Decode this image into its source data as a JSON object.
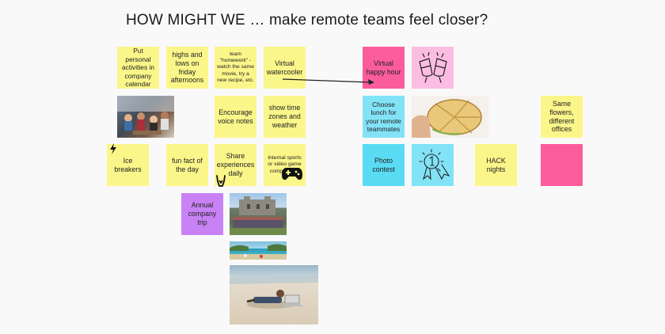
{
  "board": {
    "title": "HOW MIGHT WE … make remote teams feel closer?"
  },
  "notes": {
    "personal_activities": "Put personal activities in company calendar",
    "highs_lows": "highs and lows on friday afternoons",
    "homework": "team \"homework\" - watch the same movie, try a new recipe, etc.",
    "watercooler": "Virtual watercooler",
    "happy_hour": "Virtual happy hour",
    "voice_notes": "Encourage voice notes",
    "time_zones": "show time zones and weather",
    "choose_lunch": "Choose lunch for your remote teammates",
    "flowers": "Same flowers, different offices",
    "ice_breakers": "Ice breakers",
    "fun_fact": "fun fact of the day",
    "share_experiences": "Share experiences daily",
    "sports": "Internal sports or video game competitions",
    "photo_contest": "Photo contest",
    "hack_nights": "HACK nights",
    "company_trip": "Annual company trip"
  },
  "colors": {
    "yellow": "#fbf68a",
    "pink": "#fb5c9c",
    "light_pink": "#fbbde2",
    "cyan": "#82e3f7",
    "blue": "#59dcf3",
    "purple": "#c882f5"
  },
  "icons": [
    "lightning-icon",
    "high-five-icon",
    "gamepad-icon",
    "cheers-icon",
    "award-ribbon-icon",
    "arrow-connector"
  ]
}
